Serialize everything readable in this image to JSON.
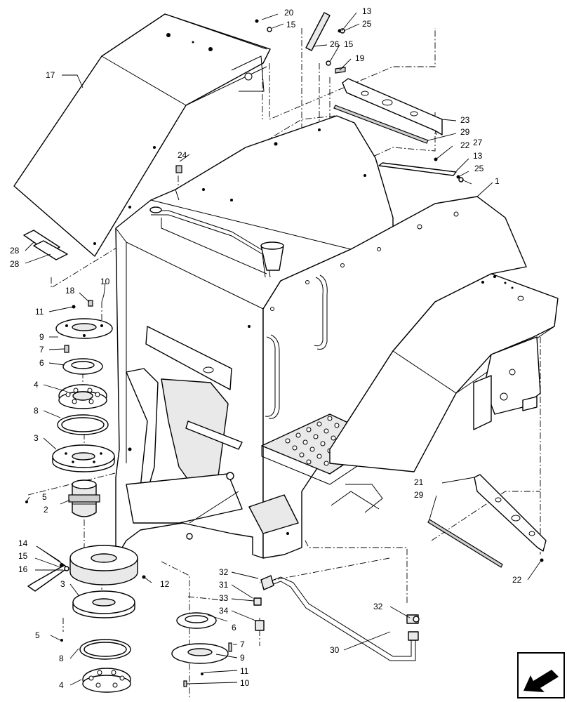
{
  "diagram": {
    "callouts": {
      "c20": "20",
      "c15a": "15",
      "c13a": "13",
      "c25a": "25",
      "c26": "26",
      "c15b": "15",
      "c19": "19",
      "c17": "17",
      "c23": "23",
      "c29a": "29",
      "c22a": "22",
      "c27": "27",
      "c13b": "13",
      "c25b": "25",
      "c24": "24",
      "c1": "1",
      "c28a": "28",
      "c28b": "28",
      "c10a": "10",
      "c18": "18",
      "c11a": "11",
      "c9a": "9",
      "c7a": "7",
      "c6a": "6",
      "c4a": "4",
      "c8a": "8",
      "c3a": "3",
      "c5a": "5",
      "c2": "2",
      "c21": "21",
      "c29b": "29",
      "c22b": "22",
      "c14": "14",
      "c15c": "15",
      "c16": "16",
      "c12": "12",
      "c3b": "3",
      "c32a": "32",
      "c31": "31",
      "c33": "33",
      "c34": "34",
      "c6b": "6",
      "c7b": "7",
      "c9b": "9",
      "c11b": "11",
      "c10b": "10",
      "c5b": "5",
      "c8b": "8",
      "c4b": "4",
      "c32b": "32",
      "c30": "30"
    },
    "icons": {
      "corner_badge": "view-direction-arrow-icon"
    }
  }
}
